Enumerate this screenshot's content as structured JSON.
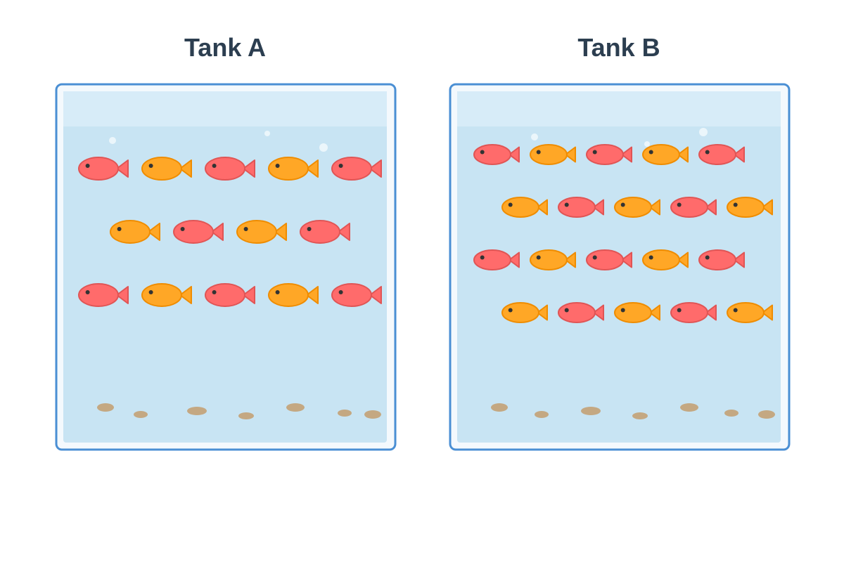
{
  "tanks": [
    {
      "title": "Tank A",
      "rows": [
        [
          "red",
          "orange",
          "red",
          "orange",
          "red"
        ],
        [
          "orange",
          "red",
          "orange",
          "red"
        ],
        [
          "red",
          "orange",
          "red",
          "orange",
          "red"
        ]
      ]
    },
    {
      "title": "Tank B",
      "rows": [
        [
          "red",
          "orange",
          "red",
          "orange",
          "red"
        ],
        [
          "orange",
          "red",
          "orange",
          "red",
          "orange"
        ],
        [
          "red",
          "orange",
          "red",
          "orange",
          "red"
        ],
        [
          "orange",
          "red",
          "orange",
          "red",
          "orange"
        ]
      ]
    }
  ],
  "colors": {
    "red_fill": "#ff6b6b",
    "red_stroke": "#e05555",
    "orange_fill": "#ffa726",
    "orange_stroke": "#ef8c00",
    "water": "#c8e4f3",
    "water_top": "#d7ecf8",
    "tank_border": "#4a8fd4",
    "pebble": "#c4a882",
    "bubble": "#eef7fc"
  }
}
